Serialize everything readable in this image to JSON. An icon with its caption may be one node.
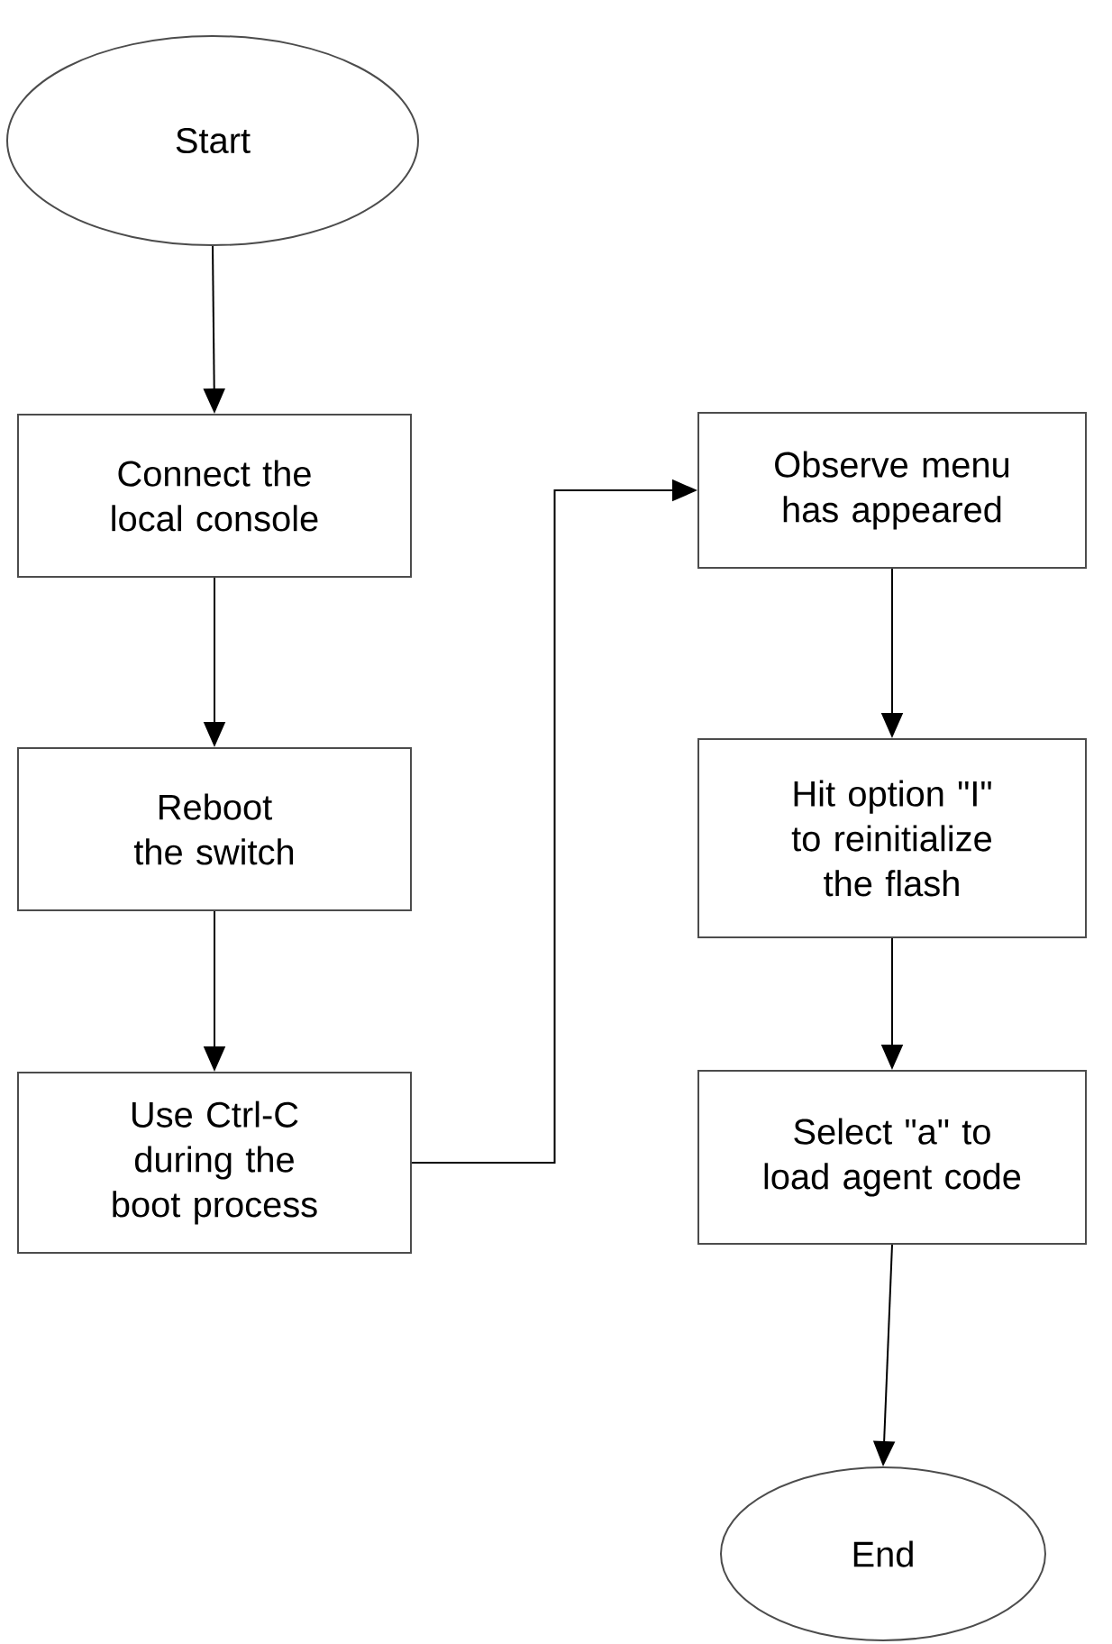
{
  "diagram": {
    "nodes": [
      {
        "text": [
          "Start"
        ]
      },
      {
        "text": [
          "Connect the local console"
        ]
      },
      {
        "text": [
          "Reboot the switch"
        ]
      },
      {
        "text": [
          "Use Ctrl-C during the boot process"
        ]
      },
      {
        "text": [
          "Observe menu has appeared"
        ]
      },
      {
        "text": [
          "Hit option \"I\" to reinitialize the flash"
        ]
      },
      {
        "text": [
          "Select \"a\" to load agent code"
        ]
      },
      {
        "text": [
          "End"
        ]
      }
    ],
    "edges": [
      {
        "from": 0,
        "to": 1,
        "arrow": "to"
      },
      {
        "from": 1,
        "to": 2,
        "arrow": "to"
      },
      {
        "from": 2,
        "to": 3,
        "arrow": "to"
      },
      {
        "from": 3,
        "to": 4,
        "arrow": "to"
      },
      {
        "from": 4,
        "to": 5,
        "arrow": "to"
      },
      {
        "from": 5,
        "to": 6,
        "arrow": "to"
      },
      {
        "from": 6,
        "to": 7,
        "arrow": "to"
      }
    ]
  }
}
